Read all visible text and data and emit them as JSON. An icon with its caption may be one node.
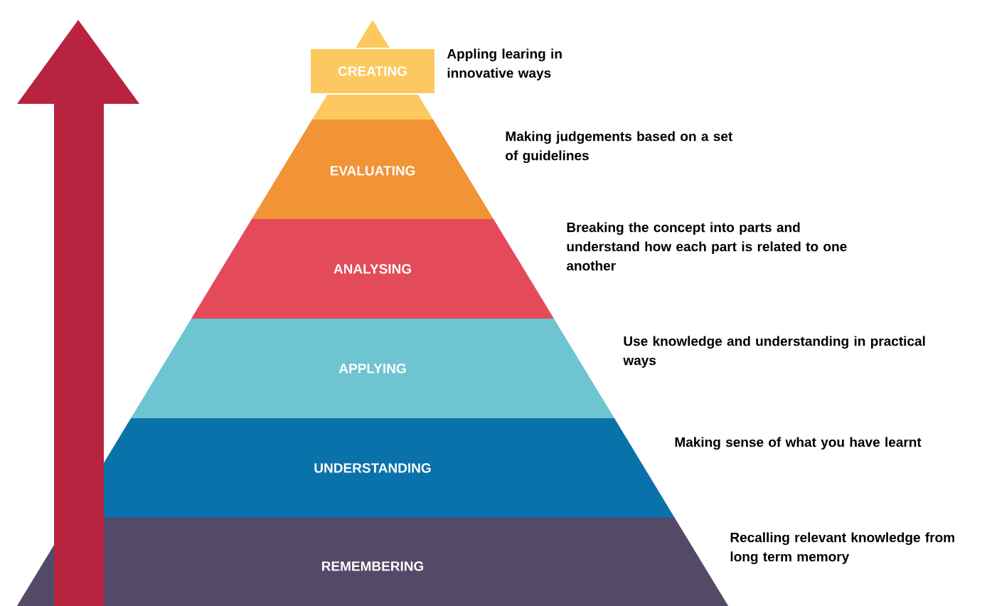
{
  "diagram": {
    "nodes": [
      {
        "text": [
          "CREATING"
        ],
        "beside": [
          "Appling learing in innovative ways"
        ]
      },
      {
        "text": [
          "EVALUATING"
        ],
        "beside": [
          "Making judgements based on a set of guidelines"
        ]
      },
      {
        "text": [
          "ANALYSING"
        ],
        "beside": [
          "Breaking the concept into parts and understand how each part is related to one another"
        ]
      },
      {
        "text": [
          "APPLYING"
        ],
        "beside": [
          "Use knowledge and understanding in practical ways"
        ]
      },
      {
        "text": [
          "UNDERSTANDING"
        ],
        "beside": [
          "Making sense of what you have learnt"
        ]
      },
      {
        "text": [
          "REMEMBERING"
        ],
        "beside": [
          "Recalling relevant knowledge from long term memory"
        ]
      }
    ]
  }
}
